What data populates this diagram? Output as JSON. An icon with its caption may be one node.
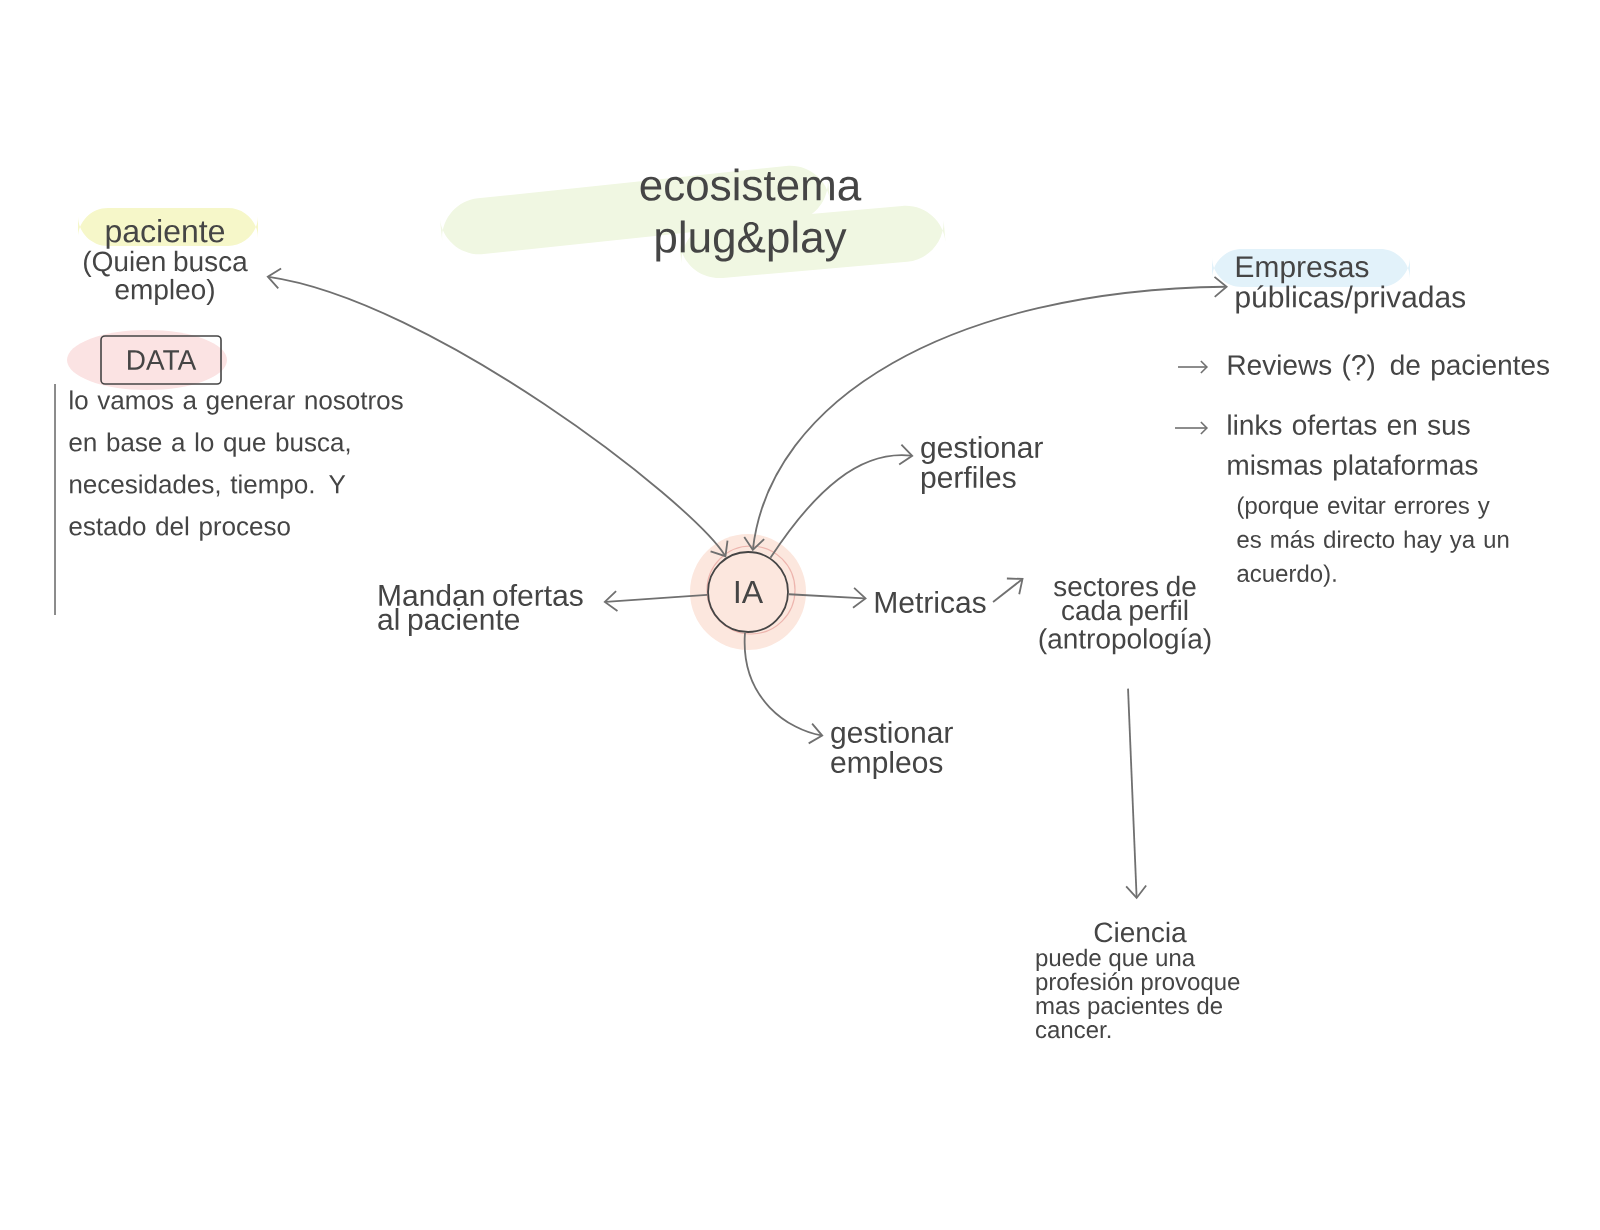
{
  "diagram": {
    "title": "ecosistema plug&play",
    "nodes": [
      {
        "text": [
          "paciente",
          "(Quien busca empleo)"
        ]
      },
      {
        "text": [
          "DATA"
        ],
        "beside": [
          "lo vamos a generar nosotros en base a lo que busca, necesidades, tiempo. Y estado del proceso"
        ]
      },
      {
        "text": [
          "Empresas públicas/privadas"
        ],
        "beside": [
          "Reviews (?) de pacientes",
          "links ofertas en sus mismas plataformas",
          "(porque evitar errores y es más directo hay ya un acuerdo)."
        ]
      },
      {
        "text": [
          "gestionar perfiles"
        ]
      },
      {
        "text": [
          "Mandan ofertas al paciente"
        ]
      },
      {
        "text": [
          "IA"
        ]
      },
      {
        "text": [
          "Metricas"
        ]
      },
      {
        "text": [
          "sectores de cada perfil (antropología)"
        ]
      },
      {
        "text": [
          "gestionar empleos"
        ]
      },
      {
        "text": [
          "Ciencia",
          "puede que una profesión provoque mas pacientes de cancer."
        ]
      }
    ],
    "edges": [
      {
        "from": 5,
        "to": 0,
        "arrow": "both"
      },
      {
        "from": 5,
        "to": 2,
        "arrow": "both"
      },
      {
        "from": 5,
        "to": 3,
        "arrow": "to"
      },
      {
        "from": 5,
        "to": 4,
        "arrow": "to"
      },
      {
        "from": 5,
        "to": 6,
        "arrow": "to"
      },
      {
        "from": 5,
        "to": 8,
        "arrow": "to"
      },
      {
        "from": 6,
        "to": 7,
        "arrow": "to"
      },
      {
        "from": 7,
        "to": 9,
        "arrow": "to"
      }
    ]
  }
}
